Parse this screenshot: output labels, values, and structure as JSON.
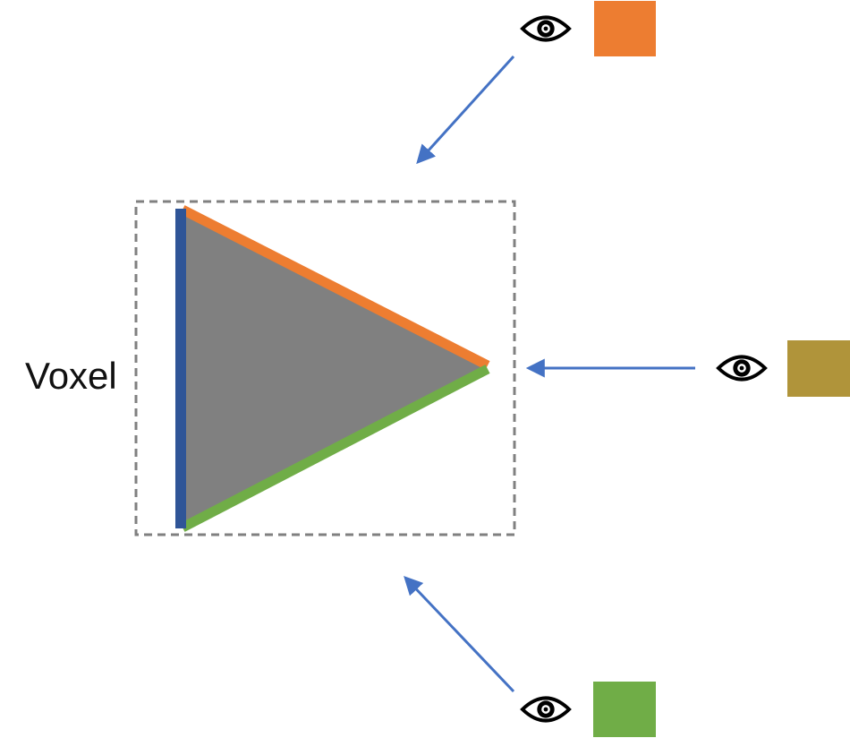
{
  "voxel_label": "Voxel",
  "colors": {
    "top_edge": "#ED7D31",
    "left_edge": "#2F5597",
    "bottom_edge": "#70AD47",
    "triangle_fill": "#808080",
    "voxel_border": "#808080",
    "arrow": "#4472C4",
    "swatch_top": "#ED7D31",
    "swatch_right": "#B0943A",
    "swatch_bottom": "#70AD47"
  },
  "viewers": [
    {
      "position": "top",
      "icon": "eye-icon",
      "swatch_color": "#ED7D31"
    },
    {
      "position": "right",
      "icon": "eye-icon",
      "swatch_color": "#B0943A"
    },
    {
      "position": "bottom",
      "icon": "eye-icon",
      "swatch_color": "#70AD47"
    }
  ]
}
